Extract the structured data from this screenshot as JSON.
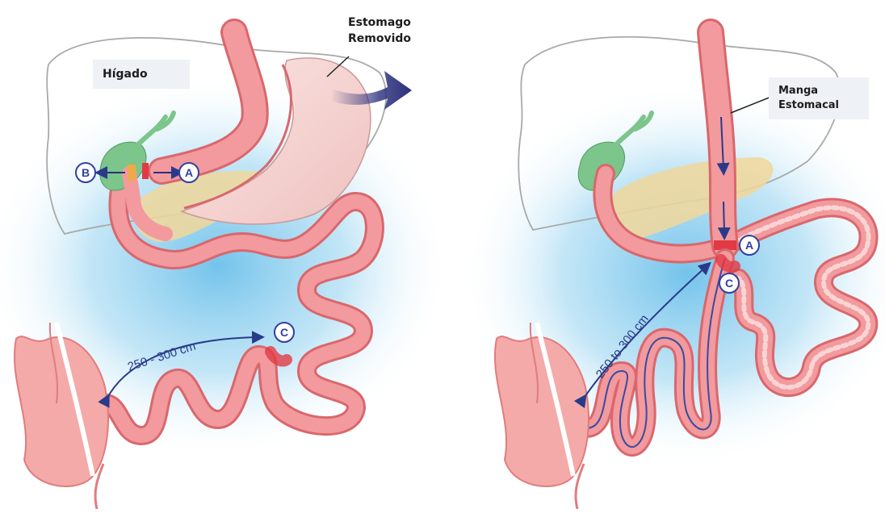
{
  "left_panel": {
    "liver_label": "Hígado",
    "removed_label_line1": "Estomago",
    "removed_label_line2": "Removido",
    "marker_a": "A",
    "marker_b": "B",
    "marker_c": "C",
    "distance_label": "250 - 300 cm"
  },
  "right_panel": {
    "sleeve_label_line1": "Manga",
    "sleeve_label_line2": "Estomacal",
    "marker_a": "A",
    "marker_c": "C",
    "distance_label": "250 to 300 cm"
  },
  "colors": {
    "intestine": "#f29a9e",
    "intestine_dark": "#d9676c",
    "stomach_removed": "#f7d8d6",
    "liver_outline": "#a9a9a9",
    "pancreas": "#f1d79a",
    "gallbladder": "#7cc58b",
    "background_glow": "#9fd2ee",
    "arrow": "#2a2f7a",
    "anastomosis": "#e23a45",
    "marker_fill": "#ffffff",
    "marker_stroke": "#3040a0"
  }
}
